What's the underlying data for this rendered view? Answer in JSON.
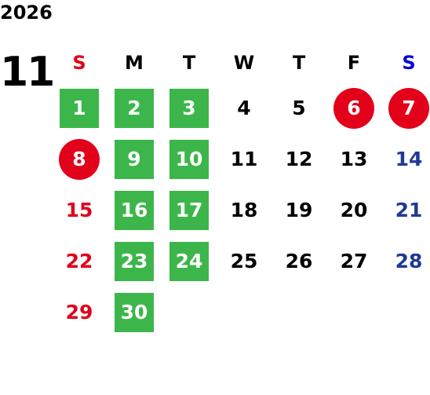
{
  "calendar": {
    "year": "2026",
    "month": "11",
    "weekdays": [
      {
        "label": "S",
        "color": "#e2001a"
      },
      {
        "label": "M",
        "color": "#000000"
      },
      {
        "label": "T",
        "color": "#000000"
      },
      {
        "label": "W",
        "color": "#000000"
      },
      {
        "label": "T",
        "color": "#000000"
      },
      {
        "label": "F",
        "color": "#000000"
      },
      {
        "label": "S",
        "color": "#0000e0"
      }
    ],
    "colors": {
      "sunday": "#e2001a",
      "saturday": "#1f3a93",
      "weekday": "#000000",
      "green_box": "#3cb64a",
      "red_circle": "#e2001a"
    },
    "weeks": [
      [
        {
          "day": "1",
          "style": "green"
        },
        {
          "day": "2",
          "style": "green"
        },
        {
          "day": "3",
          "style": "green"
        },
        {
          "day": "4",
          "style": "plain"
        },
        {
          "day": "5",
          "style": "plain"
        },
        {
          "day": "6",
          "style": "red"
        },
        {
          "day": "7",
          "style": "red"
        }
      ],
      [
        {
          "day": "8",
          "style": "red"
        },
        {
          "day": "9",
          "style": "green"
        },
        {
          "day": "10",
          "style": "green"
        },
        {
          "day": "11",
          "style": "plain"
        },
        {
          "day": "12",
          "style": "plain"
        },
        {
          "day": "13",
          "style": "plain"
        },
        {
          "day": "14",
          "style": "plain"
        }
      ],
      [
        {
          "day": "15",
          "style": "plain"
        },
        {
          "day": "16",
          "style": "green"
        },
        {
          "day": "17",
          "style": "green"
        },
        {
          "day": "18",
          "style": "plain"
        },
        {
          "day": "19",
          "style": "plain"
        },
        {
          "day": "20",
          "style": "plain"
        },
        {
          "day": "21",
          "style": "plain"
        }
      ],
      [
        {
          "day": "22",
          "style": "plain"
        },
        {
          "day": "23",
          "style": "green"
        },
        {
          "day": "24",
          "style": "green"
        },
        {
          "day": "25",
          "style": "plain"
        },
        {
          "day": "26",
          "style": "plain"
        },
        {
          "day": "27",
          "style": "plain"
        },
        {
          "day": "28",
          "style": "plain"
        }
      ],
      [
        {
          "day": "29",
          "style": "plain"
        },
        {
          "day": "30",
          "style": "green"
        },
        {
          "day": "",
          "style": "empty"
        },
        {
          "day": "",
          "style": "empty"
        },
        {
          "day": "",
          "style": "empty"
        },
        {
          "day": "",
          "style": "empty"
        },
        {
          "day": "",
          "style": "empty"
        }
      ]
    ]
  }
}
